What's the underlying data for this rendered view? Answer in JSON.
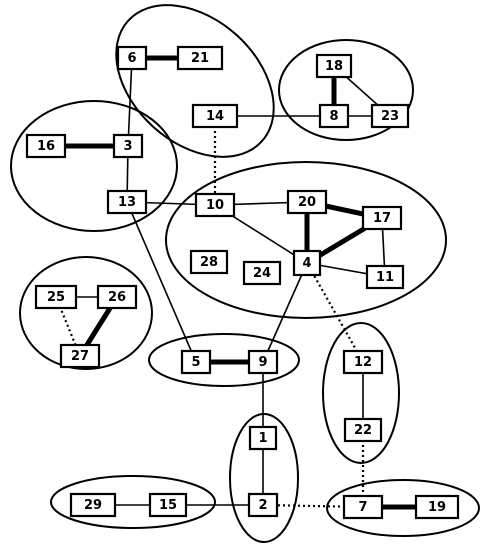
{
  "nodes": [
    {
      "id": "1",
      "label": "1"
    },
    {
      "id": "2",
      "label": "2"
    },
    {
      "id": "3",
      "label": "3"
    },
    {
      "id": "4",
      "label": "4"
    },
    {
      "id": "5",
      "label": "5"
    },
    {
      "id": "6",
      "label": "6"
    },
    {
      "id": "7",
      "label": "7"
    },
    {
      "id": "8",
      "label": "8"
    },
    {
      "id": "9",
      "label": "9"
    },
    {
      "id": "10",
      "label": "10"
    },
    {
      "id": "11",
      "label": "11"
    },
    {
      "id": "12",
      "label": "12"
    },
    {
      "id": "13",
      "label": "13"
    },
    {
      "id": "14",
      "label": "14"
    },
    {
      "id": "15",
      "label": "15"
    },
    {
      "id": "16",
      "label": "16"
    },
    {
      "id": "17",
      "label": "17"
    },
    {
      "id": "18",
      "label": "18"
    },
    {
      "id": "19",
      "label": "19"
    },
    {
      "id": "20",
      "label": "20"
    },
    {
      "id": "21",
      "label": "21"
    },
    {
      "id": "22",
      "label": "22"
    },
    {
      "id": "23",
      "label": "23"
    },
    {
      "id": "24",
      "label": "24"
    },
    {
      "id": "25",
      "label": "25"
    },
    {
      "id": "26",
      "label": "26"
    },
    {
      "id": "27",
      "label": "27"
    },
    {
      "id": "28",
      "label": "28"
    },
    {
      "id": "29",
      "label": "29"
    }
  ],
  "edges": [
    {
      "from": "6",
      "to": "21",
      "style": "thick"
    },
    {
      "from": "6",
      "to": "3",
      "style": "solid"
    },
    {
      "from": "16",
      "to": "3",
      "style": "thick"
    },
    {
      "from": "3",
      "to": "13",
      "style": "solid"
    },
    {
      "from": "13",
      "to": "10",
      "style": "solid"
    },
    {
      "from": "13",
      "to": "5",
      "style": "solid"
    },
    {
      "from": "14",
      "to": "8",
      "style": "solid"
    },
    {
      "from": "14",
      "to": "10",
      "style": "dotted"
    },
    {
      "from": "18",
      "to": "8",
      "style": "thick"
    },
    {
      "from": "18",
      "to": "23",
      "style": "solid"
    },
    {
      "from": "8",
      "to": "23",
      "style": "solid"
    },
    {
      "from": "10",
      "to": "20",
      "style": "solid"
    },
    {
      "from": "10",
      "to": "4",
      "style": "solid"
    },
    {
      "from": "20",
      "to": "17",
      "style": "thick"
    },
    {
      "from": "20",
      "to": "4",
      "style": "thick"
    },
    {
      "from": "4",
      "to": "17",
      "style": "thick"
    },
    {
      "from": "4",
      "to": "11",
      "style": "solid"
    },
    {
      "from": "17",
      "to": "11",
      "style": "solid"
    },
    {
      "from": "4",
      "to": "9",
      "style": "solid"
    },
    {
      "from": "4",
      "to": "12",
      "style": "dotted"
    },
    {
      "from": "25",
      "to": "26",
      "style": "solid"
    },
    {
      "from": "25",
      "to": "27",
      "style": "dotted"
    },
    {
      "from": "26",
      "to": "27",
      "style": "thick"
    },
    {
      "from": "5",
      "to": "9",
      "style": "thick"
    },
    {
      "from": "9",
      "to": "1",
      "style": "solid"
    },
    {
      "from": "1",
      "to": "2",
      "style": "solid"
    },
    {
      "from": "12",
      "to": "22",
      "style": "solid"
    },
    {
      "from": "22",
      "to": "7",
      "style": "dotted"
    },
    {
      "from": "2",
      "to": "7",
      "style": "dotted"
    },
    {
      "from": "7",
      "to": "19",
      "style": "thick"
    },
    {
      "from": "29",
      "to": "15",
      "style": "solid"
    },
    {
      "from": "15",
      "to": "2",
      "style": "solid"
    }
  ],
  "clusters": [
    {
      "id": "cluster-6-21-14",
      "members": [
        "6",
        "21",
        "14"
      ]
    },
    {
      "id": "cluster-18-8-23",
      "members": [
        "18",
        "8",
        "23"
      ]
    },
    {
      "id": "cluster-16-3-13",
      "members": [
        "16",
        "3",
        "13"
      ]
    },
    {
      "id": "cluster-10-20-17-4-11-28-24",
      "members": [
        "10",
        "20",
        "17",
        "4",
        "11",
        "28",
        "24"
      ]
    },
    {
      "id": "cluster-25-26-27",
      "members": [
        "25",
        "26",
        "27"
      ]
    },
    {
      "id": "cluster-5-9",
      "members": [
        "5",
        "9"
      ]
    },
    {
      "id": "cluster-12-22",
      "members": [
        "12",
        "22"
      ]
    },
    {
      "id": "cluster-1-2",
      "members": [
        "1",
        "2"
      ]
    },
    {
      "id": "cluster-29-15",
      "members": [
        "29",
        "15"
      ]
    },
    {
      "id": "cluster-7-19",
      "members": [
        "7",
        "19"
      ]
    }
  ]
}
